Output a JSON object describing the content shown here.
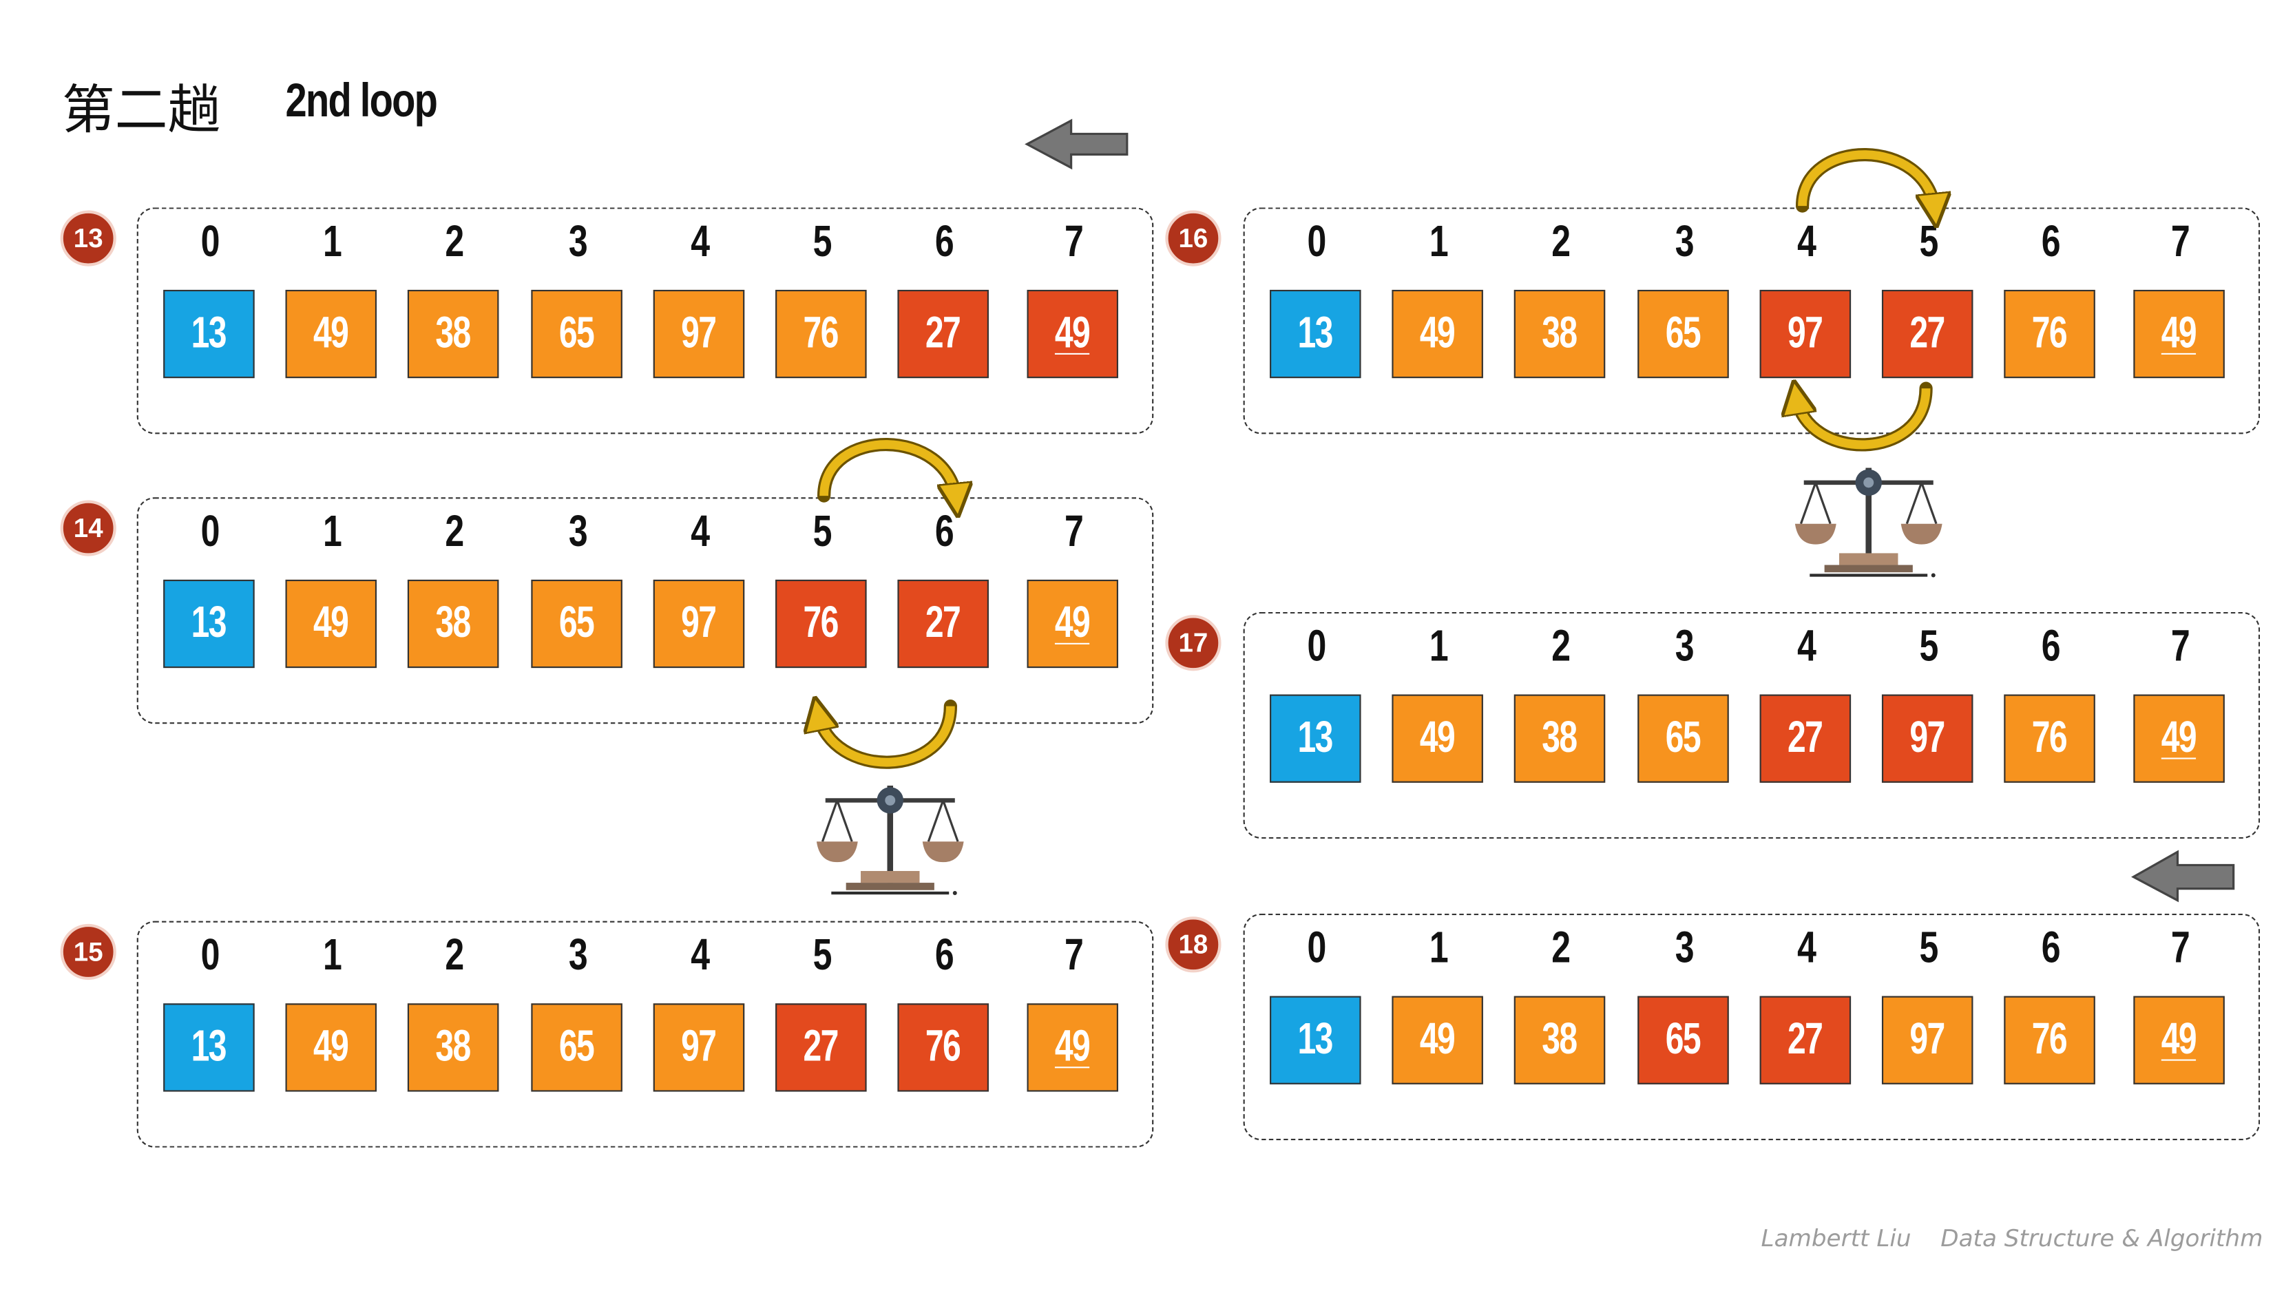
{
  "title": {
    "cn": "第二趟",
    "en": "2nd loop"
  },
  "footer": {
    "author": "Lambertt Liu",
    "course": "Data Structure & Algorithm"
  },
  "colors": {
    "sorted": "#17a4e3",
    "normal": "#f7931e",
    "active": "#e34a1e",
    "badge": "#b0331b",
    "arrow": "#e8b818",
    "direction_arrow": "#777777"
  },
  "steps": [
    {
      "label": "13",
      "indices": [
        "0",
        "1",
        "2",
        "3",
        "4",
        "5",
        "6",
        "7"
      ],
      "cells": [
        {
          "v": "13",
          "s": "sorted"
        },
        {
          "v": "49",
          "s": "normal"
        },
        {
          "v": "38",
          "s": "normal"
        },
        {
          "v": "65",
          "s": "normal"
        },
        {
          "v": "97",
          "s": "normal"
        },
        {
          "v": "76",
          "s": "normal"
        },
        {
          "v": "27",
          "s": "active"
        },
        {
          "v": "49",
          "s": "active",
          "u": true
        }
      ]
    },
    {
      "label": "14",
      "indices": [
        "0",
        "1",
        "2",
        "3",
        "4",
        "5",
        "6",
        "7"
      ],
      "cells": [
        {
          "v": "13",
          "s": "sorted"
        },
        {
          "v": "49",
          "s": "normal"
        },
        {
          "v": "38",
          "s": "normal"
        },
        {
          "v": "65",
          "s": "normal"
        },
        {
          "v": "97",
          "s": "normal"
        },
        {
          "v": "76",
          "s": "active"
        },
        {
          "v": "27",
          "s": "active"
        },
        {
          "v": "49",
          "s": "normal",
          "u": true
        }
      ]
    },
    {
      "label": "15",
      "indices": [
        "0",
        "1",
        "2",
        "3",
        "4",
        "5",
        "6",
        "7"
      ],
      "cells": [
        {
          "v": "13",
          "s": "sorted"
        },
        {
          "v": "49",
          "s": "normal"
        },
        {
          "v": "38",
          "s": "normal"
        },
        {
          "v": "65",
          "s": "normal"
        },
        {
          "v": "97",
          "s": "normal"
        },
        {
          "v": "27",
          "s": "active"
        },
        {
          "v": "76",
          "s": "active"
        },
        {
          "v": "49",
          "s": "normal",
          "u": true
        }
      ]
    },
    {
      "label": "16",
      "indices": [
        "0",
        "1",
        "2",
        "3",
        "4",
        "5",
        "6",
        "7"
      ],
      "cells": [
        {
          "v": "13",
          "s": "sorted"
        },
        {
          "v": "49",
          "s": "normal"
        },
        {
          "v": "38",
          "s": "normal"
        },
        {
          "v": "65",
          "s": "normal"
        },
        {
          "v": "97",
          "s": "active"
        },
        {
          "v": "27",
          "s": "active"
        },
        {
          "v": "76",
          "s": "normal"
        },
        {
          "v": "49",
          "s": "normal",
          "u": true
        }
      ]
    },
    {
      "label": "17",
      "indices": [
        "0",
        "1",
        "2",
        "3",
        "4",
        "5",
        "6",
        "7"
      ],
      "cells": [
        {
          "v": "13",
          "s": "sorted"
        },
        {
          "v": "49",
          "s": "normal"
        },
        {
          "v": "38",
          "s": "normal"
        },
        {
          "v": "65",
          "s": "normal"
        },
        {
          "v": "27",
          "s": "active"
        },
        {
          "v": "97",
          "s": "active"
        },
        {
          "v": "76",
          "s": "normal"
        },
        {
          "v": "49",
          "s": "normal",
          "u": true
        }
      ]
    },
    {
      "label": "18",
      "indices": [
        "0",
        "1",
        "2",
        "3",
        "4",
        "5",
        "6",
        "7"
      ],
      "cells": [
        {
          "v": "13",
          "s": "sorted"
        },
        {
          "v": "49",
          "s": "normal"
        },
        {
          "v": "38",
          "s": "normal"
        },
        {
          "v": "65",
          "s": "active"
        },
        {
          "v": "27",
          "s": "active"
        },
        {
          "v": "97",
          "s": "normal"
        },
        {
          "v": "76",
          "s": "normal"
        },
        {
          "v": "49",
          "s": "normal",
          "u": true
        }
      ]
    }
  ]
}
